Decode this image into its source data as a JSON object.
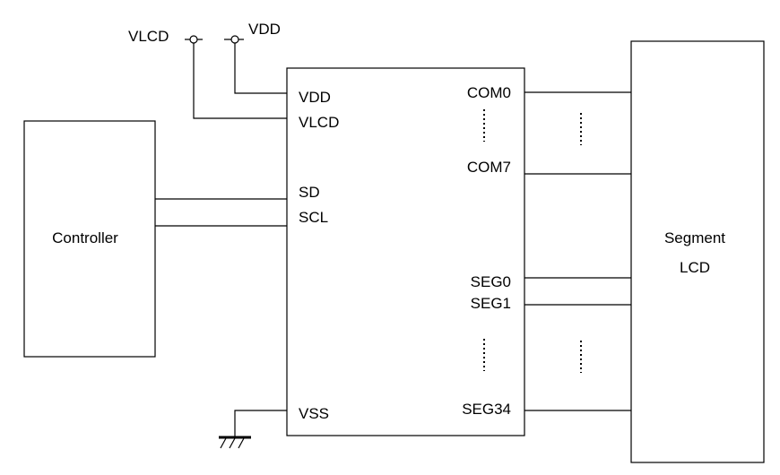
{
  "blocks": {
    "controller": "Controller",
    "lcd_line1": "Segment",
    "lcd_line2": "LCD"
  },
  "power": {
    "vlcd": "VLCD",
    "vdd": "VDD"
  },
  "driver_left_pins": {
    "vdd": "VDD",
    "vlcd": "VLCD",
    "sd": "SD",
    "scl": "SCL",
    "vss": "VSS"
  },
  "driver_right_pins": {
    "com0": "COM0",
    "com7": "COM7",
    "seg0": "SEG0",
    "seg1": "SEG1",
    "seg34": "SEG34"
  }
}
